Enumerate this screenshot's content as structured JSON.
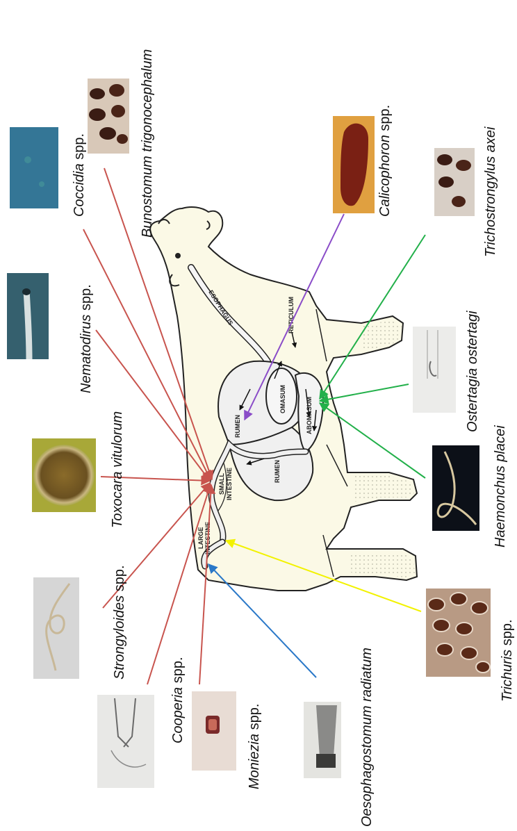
{
  "organs": {
    "esophagus": "ESOPHAGUS",
    "reticulum": "RETICULUM",
    "rumen_upper": "RUMEN",
    "rumen_lower": "RUMEN",
    "omasum": "OMASUM",
    "abomasum": "ABOMASUM",
    "small_intestine_1": "SMALL",
    "small_intestine_2": "INTESTINE",
    "large_intestine_1": "LARGE",
    "large_intestine_2": "INTESTINE"
  },
  "parasites": {
    "coccidia": {
      "genus": "Coccidia",
      "suffix": " spp."
    },
    "bunostomum": {
      "genus": "Bunostomum trigonocephalum",
      "suffix": ""
    },
    "nematodirus": {
      "genus": "Nematodirus",
      "suffix": " spp."
    },
    "toxocara": {
      "genus": "Toxocara vitulorum",
      "suffix": ""
    },
    "strongyloides": {
      "genus": "Strongyloides",
      "suffix": " spp."
    },
    "cooperia": {
      "genus": "Cooperia",
      "suffix": " spp."
    },
    "moniezia": {
      "genus": "Moniezia",
      "suffix": " spp."
    },
    "oesophagostomum": {
      "genus": "Oesophagostomum radiatum",
      "suffix": ""
    },
    "calicophoron": {
      "genus": "Calicophoron",
      "suffix": " spp."
    },
    "trichostrongylus": {
      "genus": "Trichostrongylus axei",
      "suffix": ""
    },
    "ostertagia": {
      "genus": "Ostertagia ostertagi",
      "suffix": ""
    },
    "haemonchus": {
      "genus": "Haemonchus placei",
      "suffix": ""
    },
    "trichuris": {
      "genus": "Trichuris",
      "suffix": " spp."
    }
  },
  "colors": {
    "small_intestine_arrow": "#c8544e",
    "rumen_arrow": "#8a4cc8",
    "abomasum_arrow": "#22b04a",
    "large_intestine_yellow": "#f2f200",
    "large_intestine_blue": "#2a78c8",
    "cow_fill": "#fbf9e6",
    "gut_fill": "#f0f0f0"
  }
}
